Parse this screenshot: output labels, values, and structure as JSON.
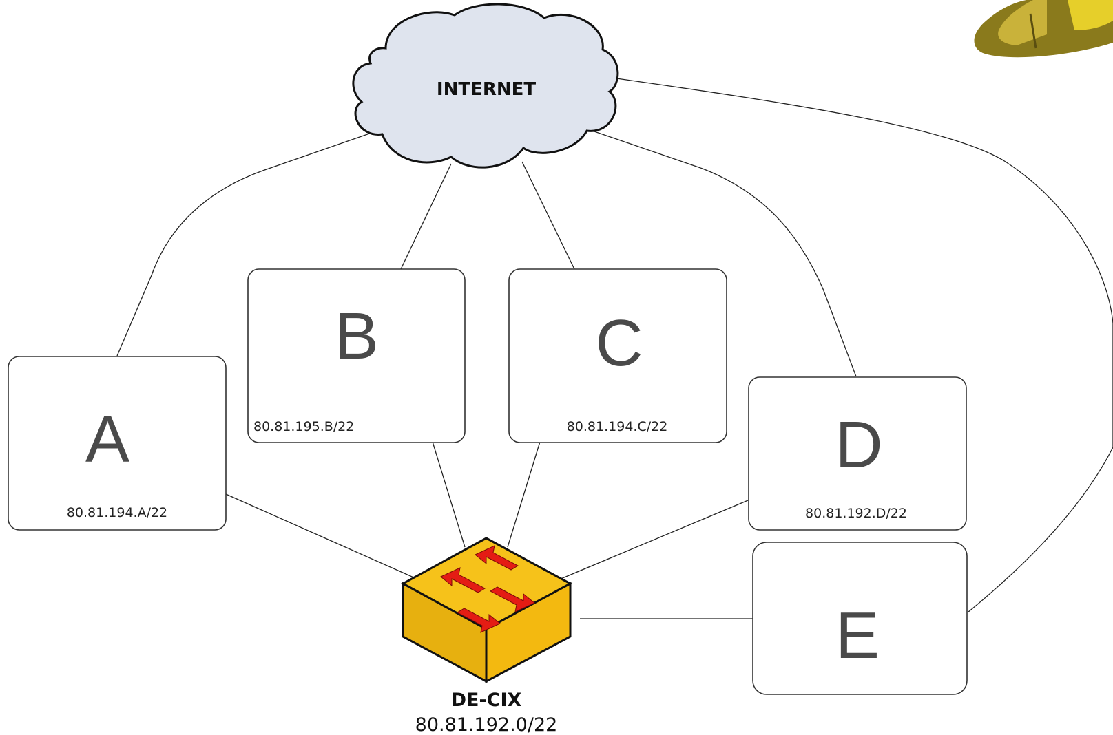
{
  "internet": {
    "label": "INTERNET"
  },
  "switch": {
    "name": "DE-CIX",
    "ip": "80.81.192.0/22"
  },
  "nodes": [
    {
      "letter": "A",
      "ip": "80.81.194.A/22"
    },
    {
      "letter": "B",
      "ip": "80.81.195.B/22"
    },
    {
      "letter": "C",
      "ip": "80.81.194.C/22"
    },
    {
      "letter": "D",
      "ip": "80.81.192.D/22"
    },
    {
      "letter": "E",
      "ip": ""
    }
  ],
  "colors": {
    "cloud_fill": "#dfe4ee",
    "switch_top": "#f6c21a",
    "switch_side": "#e0a50c",
    "arrow": "#e41c14"
  }
}
